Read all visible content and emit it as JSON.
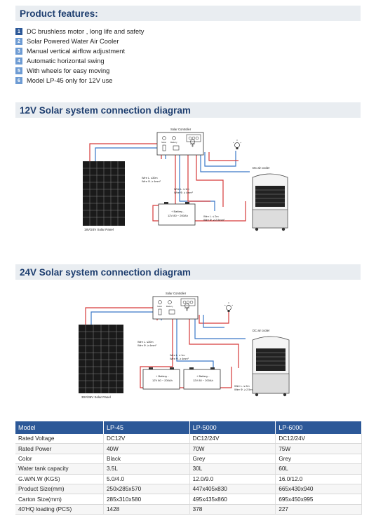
{
  "sections": {
    "features_title": "Product features:",
    "diagram12_title": "12V Solar system connection diagram",
    "diagram24_title": "24V Solar system connection diagram"
  },
  "features": [
    {
      "num": "1",
      "text": "DC brushless motor , long life and safety"
    },
    {
      "num": "2",
      "text": "Solar Powered Water Air Cooler"
    },
    {
      "num": "3",
      "text": "Manual vertical airflow adjustment"
    },
    {
      "num": "4",
      "text": "Automatic horizontal swing"
    },
    {
      "num": "5",
      "text": "With wheels for easy moving"
    },
    {
      "num": "6",
      "text": "Model LP-45 only for 12V use"
    }
  ],
  "diagram12": {
    "controller": "Solar Controller",
    "solar": "Solar",
    "battery_lbl": "Battery",
    "load": "Load",
    "wire1a": "Wire L. ≤30m",
    "wire1b": "Wire Φ. ≥ 4mm²",
    "wire2a": "Wire L. ≤ 1m",
    "wire2b": "Wire Φ. ≥ 4mm²",
    "wire3a": "Wire L. ≤ 2m",
    "wire3b": "Wire Φ. ≥ 2.5mm²",
    "battery1": "+ Battery -",
    "battery2": "12V 80 ~ 200Ah",
    "panel": "18V/24V Solar Panel",
    "cooler": "DC air cooler"
  },
  "diagram24": {
    "controller": "Solar Controller",
    "solar": "Solar",
    "battery_lbl": "Battery",
    "load": "Load",
    "wire1a": "Wire L. ≤30m",
    "wire1b": "Wire Φ. ≥ 4mm²",
    "wire2a": "Wire L. ≤ 1m",
    "wire2b": "Wire Φ. ≥ 4mm²",
    "wire3a": "Wire L. ≤ 2m",
    "wire3b": "Wire Φ. ≥ 2.5mm²",
    "batteryA1": "+ Battery -",
    "batteryA2": "12V 80 ~ 200Ah",
    "batteryB1": "+ Battery -",
    "batteryB2": "12V 80 ~ 200Ah",
    "panel": "30V/36V Solar Panel",
    "cooler": "DC air cooler"
  },
  "table": {
    "headers": [
      "Model",
      "LP-45",
      "LP-5000",
      "LP-6000"
    ],
    "rows": [
      [
        "Rated Voltage",
        "DC12V",
        "DC12/24V",
        "DC12/24V"
      ],
      [
        "Rated Power",
        "40W",
        "70W",
        "75W"
      ],
      [
        "Color",
        "Black",
        "Grey",
        "Grey"
      ],
      [
        "Water tank capacity",
        "3.5L",
        "30L",
        "60L"
      ],
      [
        "G.W/N.W (KGS)",
        "5.0/4.0",
        "12.0/9.0",
        "16.0/12.0"
      ],
      [
        "Product Size(mm)",
        "250x285x570",
        "447x405x830",
        "665x430x940"
      ],
      [
        "Carton Size(mm)",
        "285x310x580",
        "495x435x860",
        "695x450x995"
      ],
      [
        "40'HQ loading (PCS)",
        "1428",
        "378",
        "227"
      ]
    ]
  },
  "colors": {
    "header_blue": "#2c5898",
    "wire_red": "#d63a3a",
    "wire_blue": "#3a78c8"
  }
}
